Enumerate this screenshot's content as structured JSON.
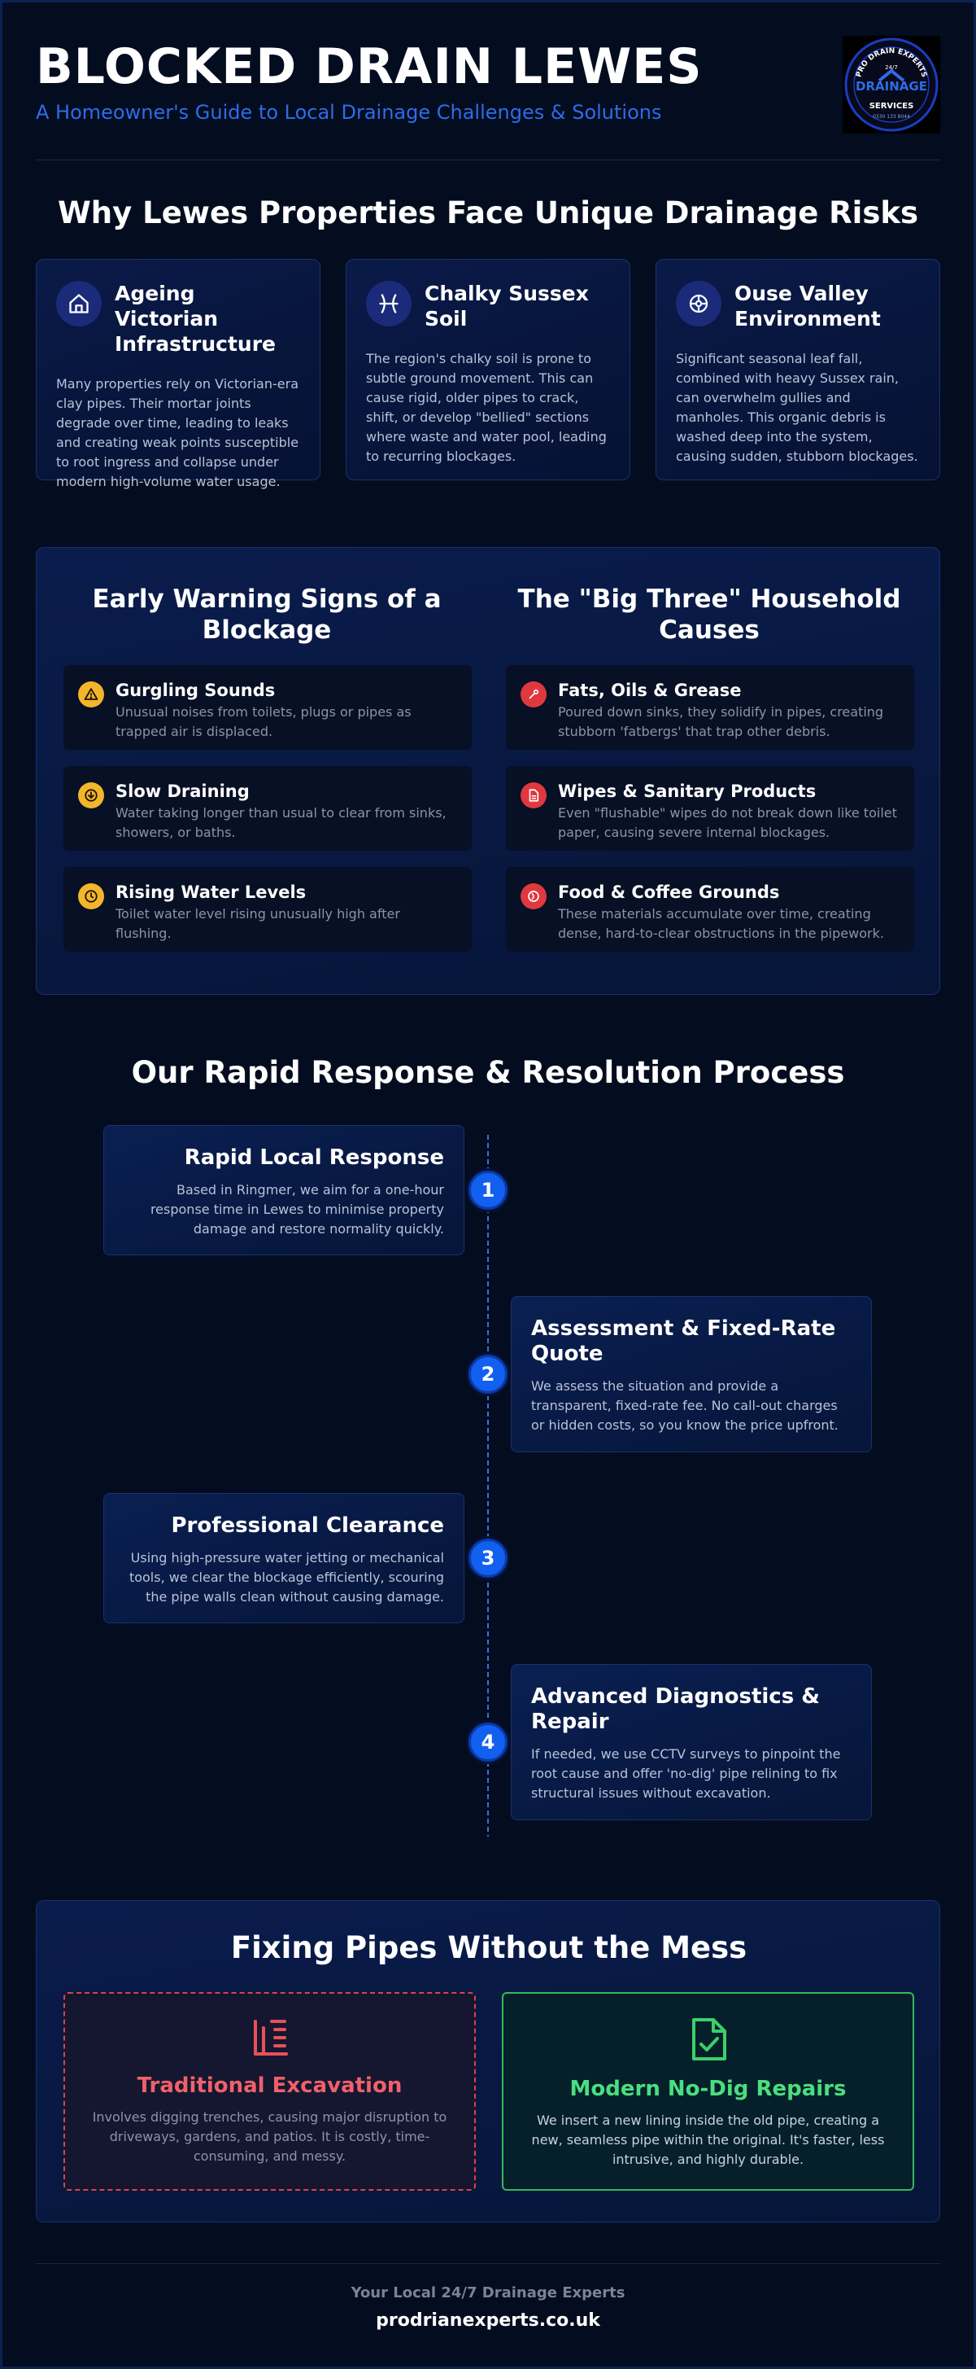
{
  "header": {
    "title": "BLOCKED DRAIN LEWES",
    "subtitle": "A Homeowner's Guide to Local Drainage Challenges & Solutions",
    "logo": {
      "top_text": "PRO DRAIN EXPERTS",
      "badge": "24/7",
      "main": "DRAINAGE",
      "bottom": "SERVICES",
      "phone": "0330 133 8044"
    }
  },
  "risks": {
    "title": "Why Lewes Properties Face Unique Drainage Risks",
    "cards": [
      {
        "icon": "house-icon",
        "title": "Ageing Victorian Infrastructure",
        "text": "Many properties rely on Victorian-era clay pipes. Their mortar joints degrade over time, leading to leaks and creating weak points susceptible to root ingress and collapse under modern high-volume water usage."
      },
      {
        "icon": "ground-shift-icon",
        "title": "Chalky Sussex Soil",
        "text": "The region's chalky soil is prone to subtle ground movement. This can cause rigid, older pipes to crack, shift, or develop \"bellied\" sections where waste and water pool, leading to recurring blockages."
      },
      {
        "icon": "leaf-debris-icon",
        "title": "Ouse Valley Environment",
        "text": "Significant seasonal leaf fall, combined with heavy Sussex rain, can overwhelm gullies and manholes. This organic debris is washed deep into the system, causing sudden, stubborn blockages."
      }
    ]
  },
  "signs": {
    "title": "Early Warning Signs of a Blockage",
    "items": [
      {
        "icon": "warning-icon",
        "title": "Gurgling Sounds",
        "text": "Unusual noises from toilets, plugs or pipes as trapped air is displaced."
      },
      {
        "icon": "arrow-down-icon",
        "title": "Slow Draining",
        "text": "Water taking longer than usual to clear from sinks, showers, or baths."
      },
      {
        "icon": "clock-icon",
        "title": "Rising Water Levels",
        "text": "Toilet water level rising unusually high after flushing."
      }
    ]
  },
  "causes": {
    "title": "The \"Big Three\" Household Causes",
    "items": [
      {
        "icon": "grease-icon",
        "title": "Fats, Oils & Grease",
        "text": "Poured down sinks, they solidify in pipes, creating stubborn 'fatbergs' that trap other debris."
      },
      {
        "icon": "document-icon",
        "title": "Wipes & Sanitary Products",
        "text": "Even \"flushable\" wipes do not break down like toilet paper, causing severe internal blockages."
      },
      {
        "icon": "food-icon",
        "title": "Food & Coffee Grounds",
        "text": "These materials accumulate over time, creating dense, hard-to-clear obstructions in the pipework."
      }
    ]
  },
  "process": {
    "title": "Our Rapid Response & Resolution Process",
    "steps": [
      {
        "num": "1",
        "title": "Rapid Local Response",
        "text": "Based in Ringmer, we aim for a one-hour response time in Lewes to minimise property damage and restore normality quickly."
      },
      {
        "num": "2",
        "title": "Assessment & Fixed-Rate Quote",
        "text": "We assess the situation and provide a transparent, fixed-rate fee. No call-out charges or hidden costs, so you know the price upfront."
      },
      {
        "num": "3",
        "title": "Professional Clearance",
        "text": "Using high-pressure water jetting or mechanical tools, we clear the blockage efficiently, scouring the pipe walls clean without causing damage."
      },
      {
        "num": "4",
        "title": "Advanced Diagnostics & Repair",
        "text": "If needed, we use CCTV surveys to pinpoint the root cause and offer 'no-dig' pipe relining to fix structural issues without excavation."
      }
    ]
  },
  "compare": {
    "title": "Fixing Pipes Without the Mess",
    "bad": {
      "title": "Traditional Excavation",
      "text": "Involves digging trenches, causing major disruption to driveways, gardens, and patios. It is costly, time-consuming, and messy.",
      "color": "#f0606b"
    },
    "good": {
      "title": "Modern No-Dig Repairs",
      "text": "We insert a new lining inside the old pipe, creating a new, seamless pipe within the original. It's faster, less intrusive, and highly durable.",
      "color": "#4ade80"
    }
  },
  "footer": {
    "tagline": "Your Local 24/7 Drainage Experts",
    "url": "prodrianexperts.co.uk"
  },
  "colors": {
    "background": "#030d1f",
    "accent": "#2f6be8",
    "step_circle": "#1160f0",
    "warning": "#f2b52c",
    "danger": "#e0383f"
  }
}
